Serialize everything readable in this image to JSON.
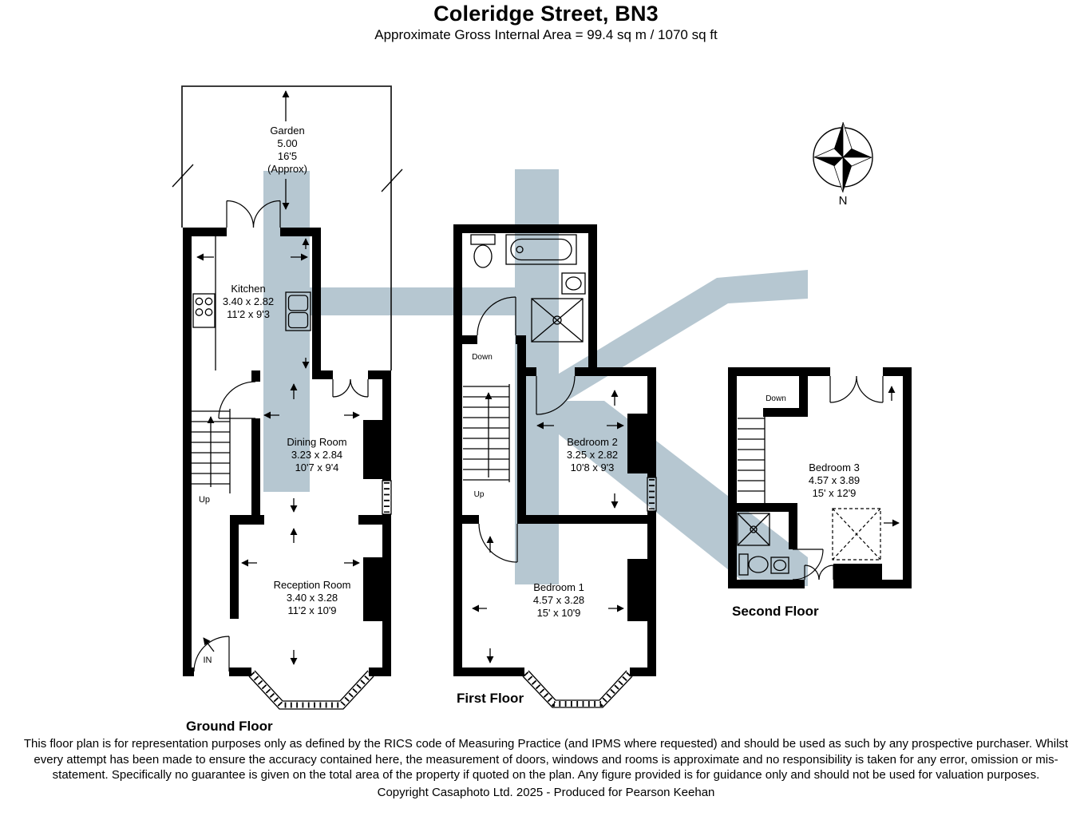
{
  "header": {
    "title": "Coleridge Street, BN3",
    "subtitle": "Approximate Gross Internal Area = 99.4 sq m / 1070 sq ft"
  },
  "compass": {
    "north": "N"
  },
  "floors": {
    "ground": {
      "label": "Ground Floor",
      "rooms": {
        "garden": {
          "name": "Garden",
          "dim_m": "5.00",
          "dim_ft": "16'5",
          "approx": "(Approx)"
        },
        "kitchen": {
          "name": "Kitchen",
          "metric": "3.40 x 2.82",
          "imperial": "11'2 x 9'3"
        },
        "dining": {
          "name": "Dining Room",
          "metric": "3.23 x 2.84",
          "imperial": "10'7 x 9'4"
        },
        "reception": {
          "name": "Reception Room",
          "metric": "3.40 x 3.28",
          "imperial": "11'2 x 10'9"
        }
      },
      "annotations": {
        "up": "Up",
        "entry": "IN"
      }
    },
    "first": {
      "label": "First Floor",
      "rooms": {
        "bedroom2": {
          "name": "Bedroom 2",
          "metric": "3.25 x 2.82",
          "imperial": "10'8 x 9'3"
        },
        "bedroom1": {
          "name": "Bedroom 1",
          "metric": "4.57 x 3.28",
          "imperial": "15' x 10'9"
        }
      },
      "annotations": {
        "down": "Down",
        "up": "Up"
      }
    },
    "second": {
      "label": "Second Floor",
      "rooms": {
        "bedroom3": {
          "name": "Bedroom 3",
          "metric": "4.57 x 3.89",
          "imperial": "15' x 12'9"
        }
      },
      "annotations": {
        "down": "Down"
      }
    }
  },
  "footer": {
    "disclaimer": "This floor plan is for representation purposes only as defined by the RICS code of Measuring Practice (and IPMS where requested) and should be used as such by any prospective purchaser. Whilst every attempt has been made to ensure the accuracy contained here, the measurement of doors, windows and rooms is approximate and no responsibility is taken for any error, omission or mis-statement. Specifically no guarantee is given on the total area of the property if quoted on the plan. Any figure provided is for guidance only and should not be used for valuation purposes.",
    "copyright": "Copyright Casaphoto Ltd. 2025 - Produced for Pearson Keehan"
  },
  "colors": {
    "wall": "#000000",
    "watermark": "#b6c7d1",
    "background": "#ffffff"
  },
  "icons": {
    "compass": "compass-rose",
    "fixtures": [
      "hob",
      "kitchen-sink",
      "bathtub",
      "toilet",
      "basin",
      "shower",
      "stairs"
    ]
  }
}
